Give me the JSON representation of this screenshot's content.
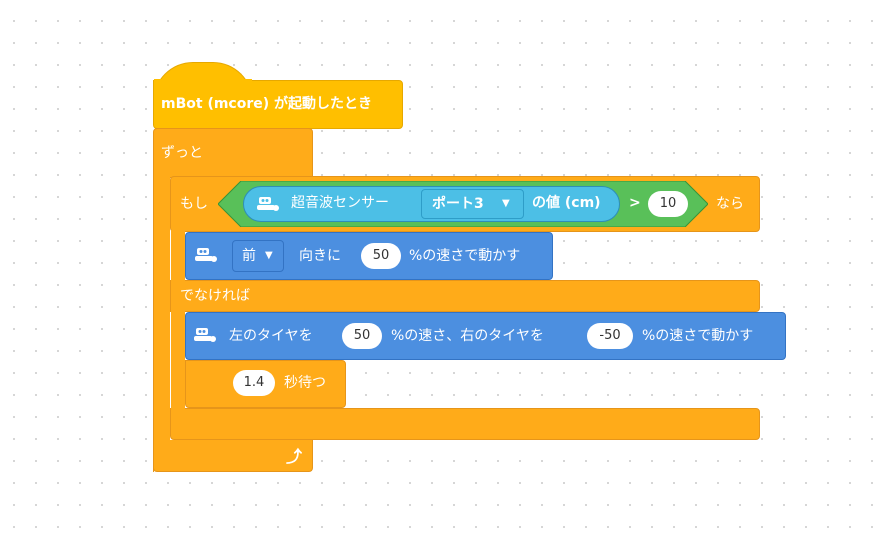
{
  "hat": {
    "label": "mBot (mcore) が起動したとき"
  },
  "forever": {
    "label": "ずっと"
  },
  "if_else": {
    "if_label": "もし",
    "then_label": "なら",
    "else_label": "でなければ"
  },
  "condition": {
    "sensor_label": "超音波センサー",
    "port": "ポート3",
    "value_label": "の値 (cm)",
    "operator": ">",
    "threshold": "10"
  },
  "move_block": {
    "direction": "前",
    "label1": "向きに",
    "speed": "50",
    "label2": "%の速さで動かす"
  },
  "motor_block": {
    "label1": "左のタイヤを",
    "left": "50",
    "label2": "%の速さ、右のタイヤを",
    "right": "-50",
    "label3": "%の速さで動かす"
  },
  "wait_block": {
    "seconds": "1.4",
    "label": "秒待つ"
  },
  "colors": {
    "event": "#FFBF00",
    "control": "#FFAB19",
    "operator": "#59C059",
    "sensor": "#4CBFE6",
    "motion": "#4C8FE0"
  }
}
